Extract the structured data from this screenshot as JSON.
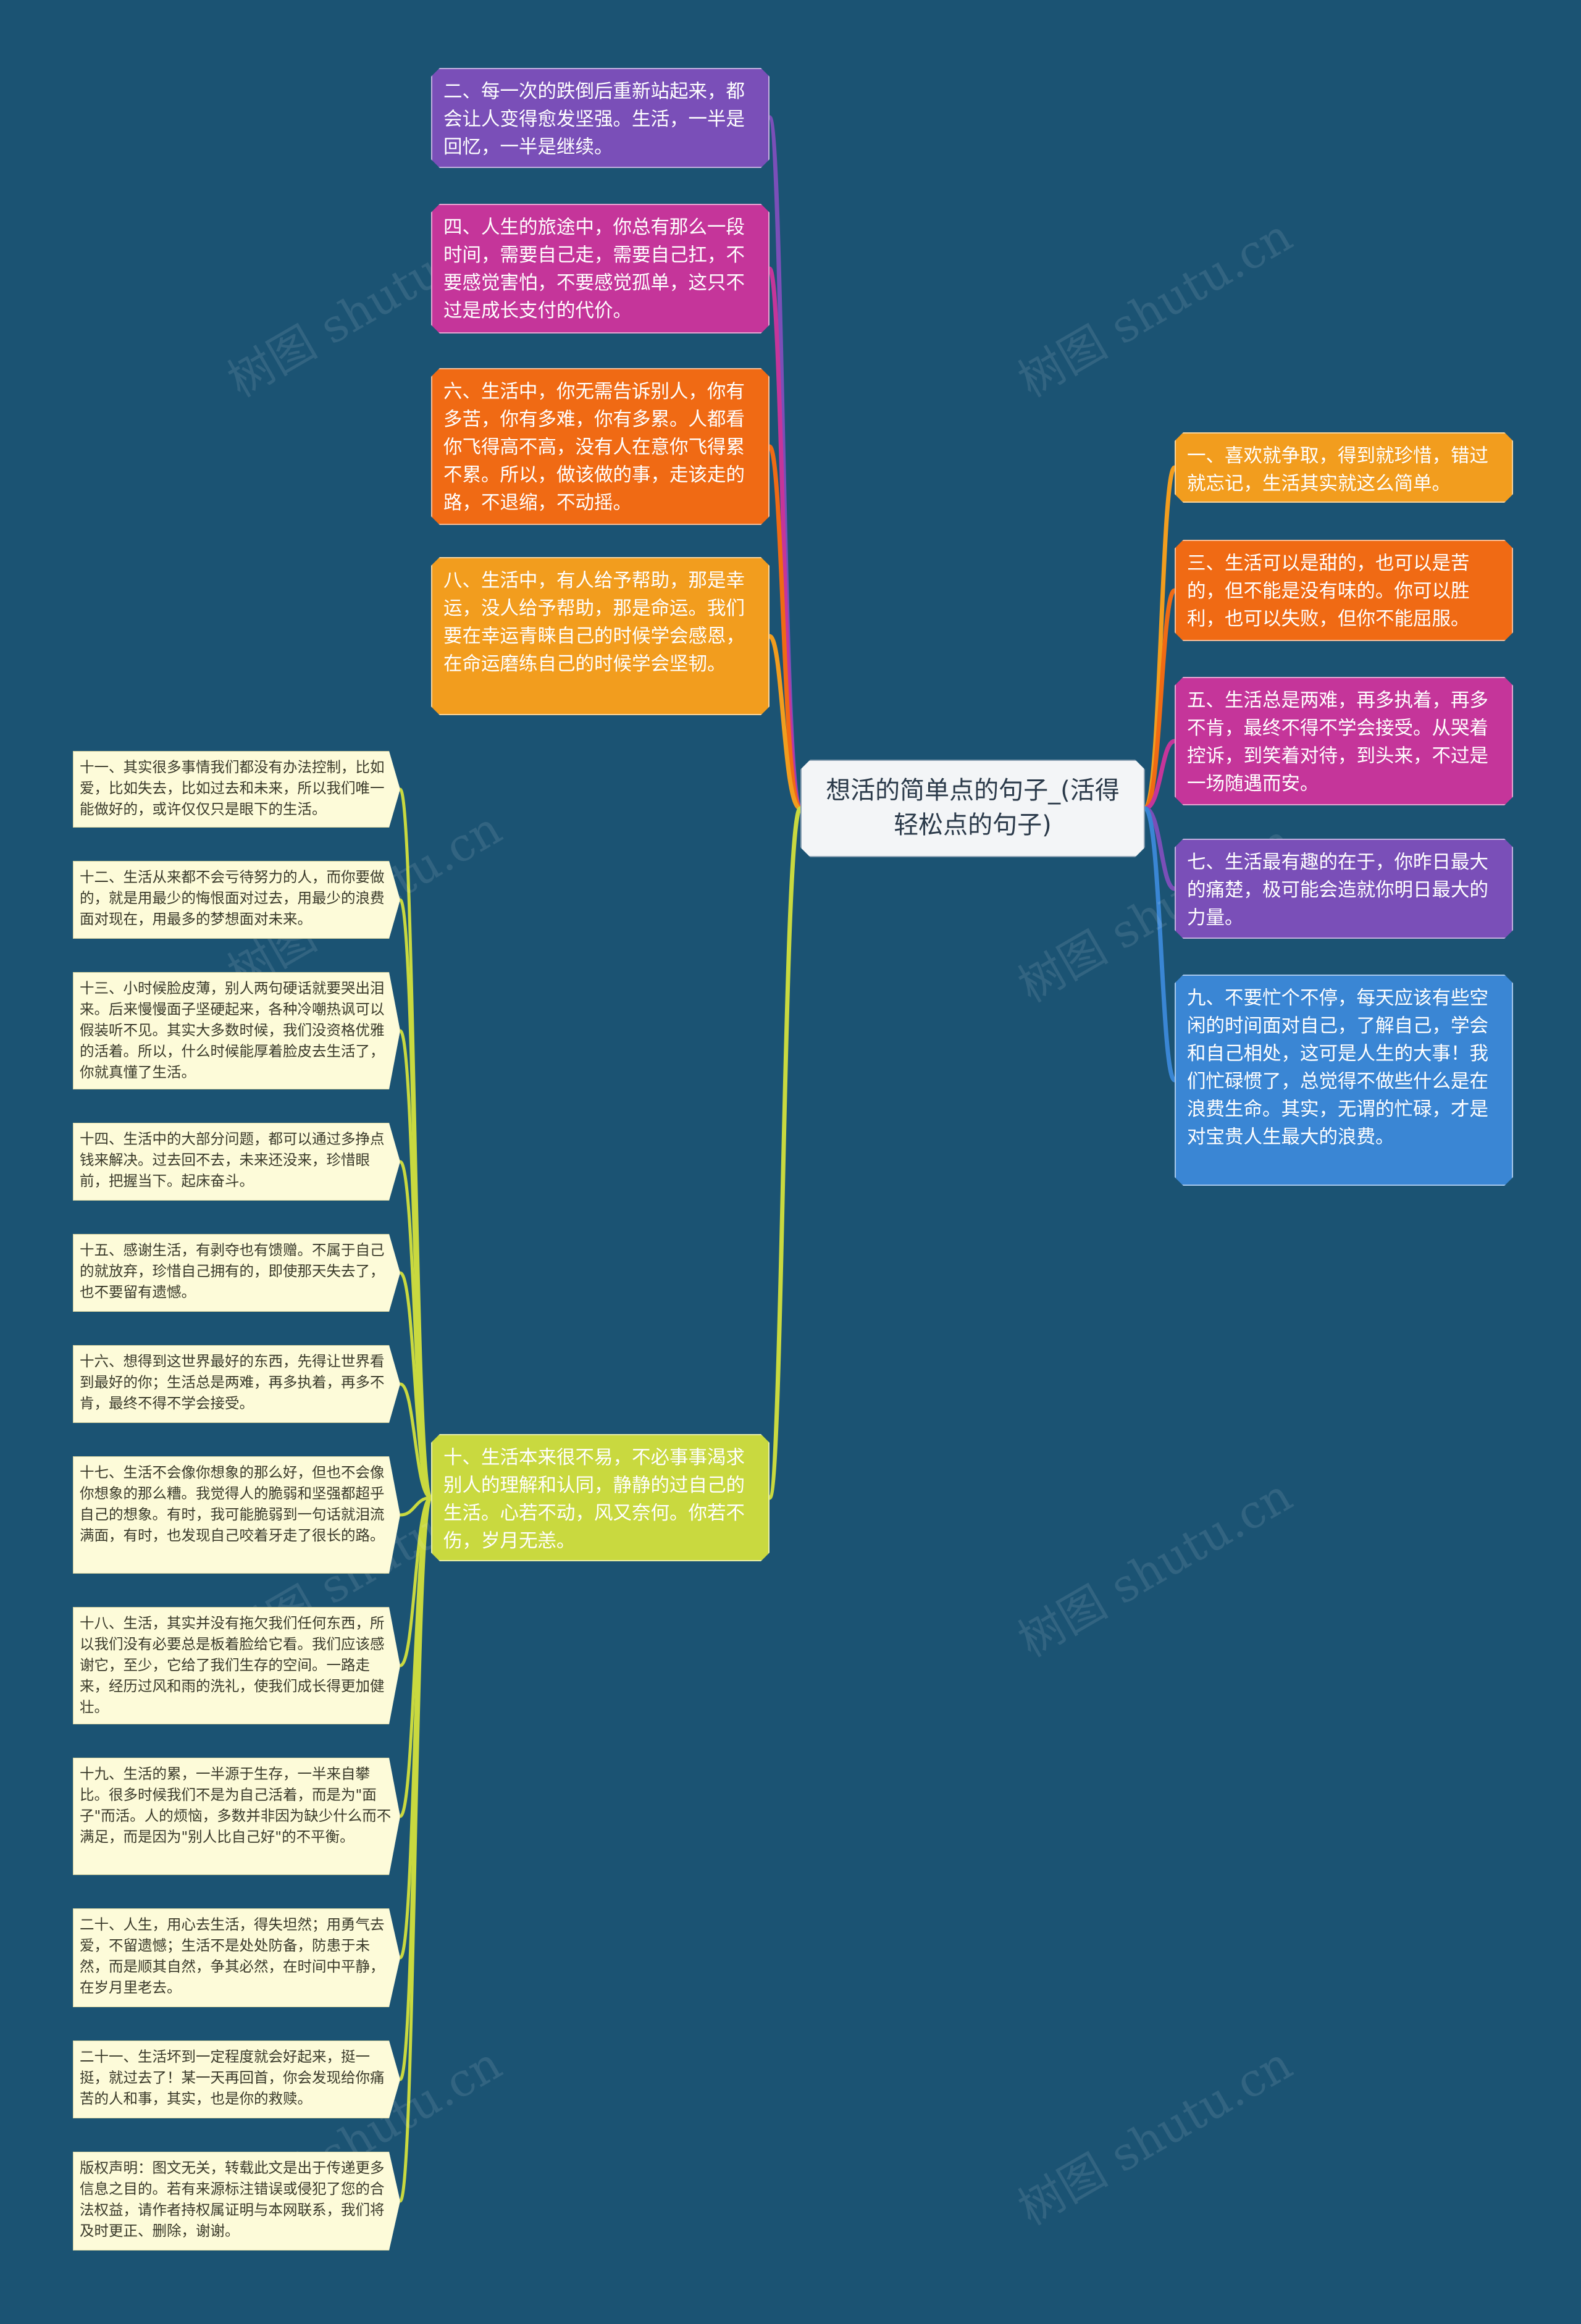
{
  "central": {
    "text": "想活的简单点的句子_(活得轻松点的句子)"
  },
  "colors": {
    "background": "#1b5373",
    "purple": "#7a4fb8",
    "magenta": "#c5359a",
    "orange": "#f06a14",
    "amber": "#f29d1e",
    "blue": "#3a86d4",
    "lime": "#c9d93f",
    "leaf": "#fdfbd9"
  },
  "left_nodes": [
    {
      "id": "n2",
      "text": "二、每一次的跌倒后重新站起来，都会让人变得愈发坚强。生活，一半是回忆，一半是继续。",
      "color": "purple"
    },
    {
      "id": "n4",
      "text": "四、人生的旅途中，你总有那么一段时间，需要自己走，需要自己扛，不要感觉害怕，不要感觉孤单，这只不过是成长支付的代价。",
      "color": "magenta"
    },
    {
      "id": "n6",
      "text": "六、生活中，你无需告诉别人，你有多苦，你有多难，你有多累。人都看你飞得高不高，没有人在意你飞得累不累。所以，做该做的事，走该走的路，不退缩，不动摇。",
      "color": "orange"
    },
    {
      "id": "n8",
      "text": "八、生活中，有人给予帮助，那是幸运，没人给予帮助，那是命运。我们要在幸运青睐自己的时候学会感恩，在命运磨练自己的时候学会坚韧。",
      "color": "amber"
    },
    {
      "id": "n10",
      "text": "十、生活本来很不易，不必事事渴求别人的理解和认同，静静的过自己的生活。心若不动，风又奈何。你若不伤，岁月无恙。",
      "color": "lime"
    }
  ],
  "right_nodes": [
    {
      "id": "n1",
      "text": "一、喜欢就争取，得到就珍惜，错过就忘记，生活其实就这么简单。",
      "color": "amber"
    },
    {
      "id": "n3",
      "text": "三、生活可以是甜的，也可以是苦的，但不能是没有味的。你可以胜利，也可以失败，但你不能屈服。",
      "color": "orange"
    },
    {
      "id": "n5",
      "text": "五、生活总是两难，再多执着，再多不肯，最终不得不学会接受。从哭着控诉，到笑着对待，到头来，不过是一场随遇而安。",
      "color": "magenta"
    },
    {
      "id": "n7",
      "text": "七、生活最有趣的在于，你昨日最大的痛楚，极可能会造就你明日最大的力量。",
      "color": "purple"
    },
    {
      "id": "n9",
      "text": "九、不要忙个不停，每天应该有些空闲的时间面对自己，了解自己，学会和自己相处，这可是人生的大事！我们忙碌惯了，总觉得不做些什么是在浪费生命。其实，无谓的忙碌，才是对宝贵人生最大的浪费。",
      "color": "blue"
    }
  ],
  "leaves": [
    {
      "text": "十一、其实很多事情我们都没有办法控制，比如爱，比如失去，比如过去和未来，所以我们唯一能做好的，或许仅仅只是眼下的生活。"
    },
    {
      "text": "十二、生活从来都不会亏待努力的人，而你要做的，就是用最少的悔恨面对过去，用最少的浪费面对现在，用最多的梦想面对未来。"
    },
    {
      "text": "十三、小时候脸皮薄，别人两句硬话就要哭出泪来。后来慢慢面子坚硬起来，各种冷嘲热讽可以假装听不见。其实大多数时候，我们没资格优雅的活着。所以，什么时候能厚着脸皮去生活了，你就真懂了生活。"
    },
    {
      "text": "十四、生活中的大部分问题，都可以通过多挣点钱来解决。过去回不去，未来还没来，珍惜眼前，把握当下。起床奋斗。"
    },
    {
      "text": "十五、感谢生活，有剥夺也有馈赠。不属于自己的就放弃，珍惜自己拥有的，即使那天失去了，也不要留有遗憾。"
    },
    {
      "text": "十六、想得到这世界最好的东西，先得让世界看到最好的你；生活总是两难，再多执着，再多不肯，最终不得不学会接受。"
    },
    {
      "text": "十七、生活不会像你想象的那么好，但也不会像你想象的那么糟。我觉得人的脆弱和坚强都超乎自己的想象。有时，我可能脆弱到一句话就泪流满面，有时，也发现自己咬着牙走了很长的路。"
    },
    {
      "text": "十八、生活，其实并没有拖欠我们任何东西，所以我们没有必要总是板着脸给它看。我们应该感谢它，至少，它给了我们生存的空间。一路走来，经历过风和雨的洗礼，使我们成长得更加健壮。"
    },
    {
      "text": "十九、生活的累，一半源于生存，一半来自攀比。很多时候我们不是为自己活着，而是为\"面子\"而活。人的烦恼，多数并非因为缺少什么而不满足，而是因为\"别人比自己好\"的不平衡。"
    },
    {
      "text": "二十、人生，用心去生活，得失坦然；用勇气去爱，不留遗憾；生活不是处处防备，防患于未然，而是顺其自然，争其必然，在时间中平静，在岁月里老去。"
    },
    {
      "text": "二十一、生活坏到一定程度就会好起来，挺一挺，就过去了！某一天再回首，你会发现给你痛苦的人和事，其实，也是你的救赎。"
    },
    {
      "text": "版权声明：图文无关，转载此文是出于传递更多信息之目的。若有来源标注错误或侵犯了您的合法权益，请作者持权属证明与本网联系，我们将及时更正、删除，谢谢。"
    }
  ],
  "watermark": {
    "text": "树图 shutu.cn"
  }
}
